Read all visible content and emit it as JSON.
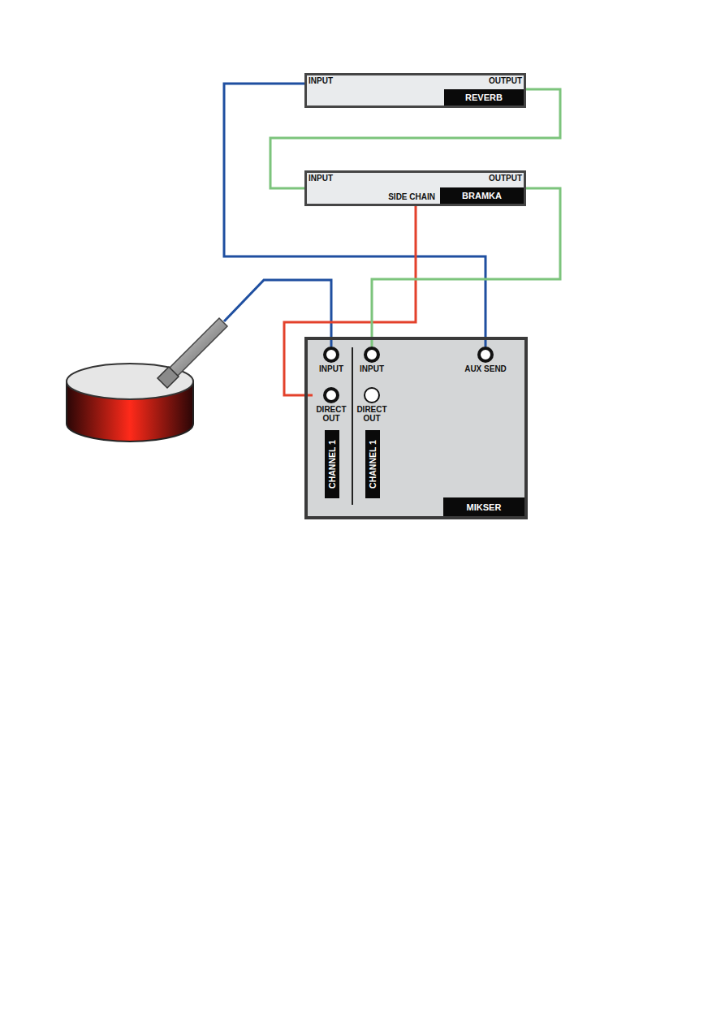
{
  "diagram": {
    "nodes": [
      {
        "text": [
          "INPUT",
          "OUTPUT",
          "REVERB"
        ]
      },
      {
        "text": [
          "INPUT",
          "OUTPUT",
          "SIDE CHAIN",
          "BRAMKA"
        ]
      },
      {
        "text": [
          "MIKSER"
        ]
      },
      {
        "text": [
          "INPUT"
        ],
        "in": 2
      },
      {
        "text": [
          "DIRECT OUT"
        ],
        "in": 2
      },
      {
        "text": [
          "CHANNEL 1"
        ],
        "in": 2
      },
      {
        "text": [
          "INPUT"
        ],
        "in": 2
      },
      {
        "text": [
          "DIRECT OUT"
        ],
        "in": 2
      },
      {
        "text": [
          "CHANNEL 1"
        ],
        "in": 2
      },
      {
        "text": [
          "AUX SEND"
        ],
        "in": 2
      }
    ],
    "edges": [
      {
        "from": 9,
        "to": 0,
        "arrow": "none"
      },
      {
        "from": 0,
        "to": 1,
        "arrow": "none"
      },
      {
        "from": 4,
        "to": 1,
        "arrow": "none"
      },
      {
        "from": 1,
        "to": 6,
        "arrow": "none"
      }
    ]
  }
}
